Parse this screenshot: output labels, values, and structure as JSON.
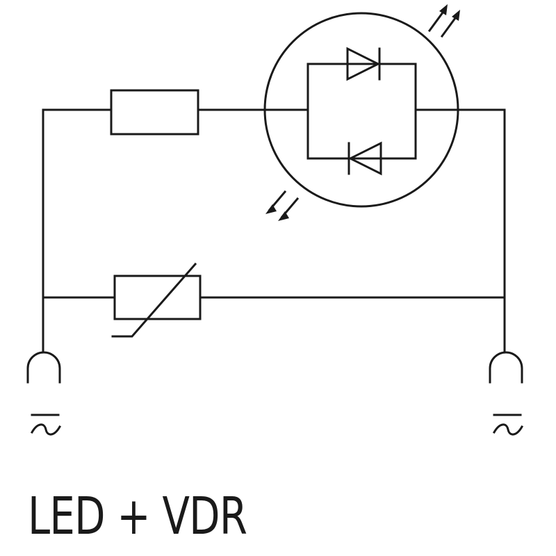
{
  "diagram": {
    "caption": "LED + VDR",
    "components": [
      {
        "type": "resistor"
      },
      {
        "type": "led-pair-antiparallel"
      },
      {
        "type": "vdr-varistor"
      },
      {
        "type": "terminal",
        "side": "left",
        "symbol": "ac"
      },
      {
        "type": "terminal",
        "side": "right",
        "symbol": "ac"
      }
    ],
    "colors": {
      "stroke": "#1a1a1a",
      "background": "#ffffff"
    },
    "icons": {
      "light_emission": "arrow-out-icon",
      "light_reception": "arrow-in-icon",
      "ac_symbol": "ac-tilde-icon",
      "terminal": "socket-icon"
    }
  }
}
